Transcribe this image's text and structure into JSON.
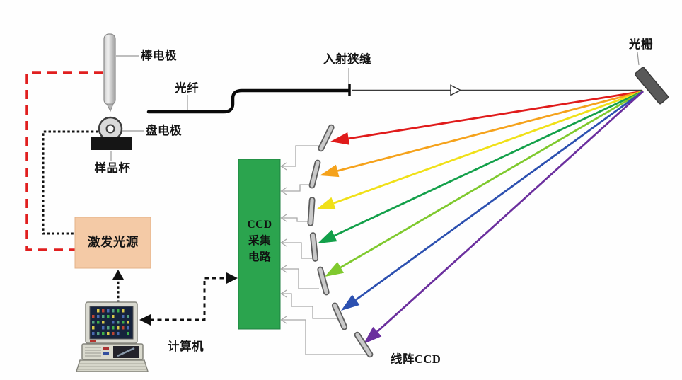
{
  "labels": {
    "rod_electrode": "棒电极",
    "fiber": "光纤",
    "entrance_slit": "入射狭缝",
    "grating": "光栅",
    "disk_electrode": "盘电极",
    "sample_cup": "样品杯",
    "excitation_source": "激发光源",
    "ccd_circuit_lines": [
      "CCD",
      "采集",
      "电路"
    ],
    "computer": "计算机",
    "linear_ccd": "线阵CCD"
  },
  "colors": {
    "excitation_box_fill": "#f4caa6",
    "excitation_box_stroke": "#e3b188",
    "ccd_box_fill": "#2ba44e",
    "ccd_box_stroke": "#1e8040",
    "hv_red": "#e01f1f",
    "signal_black": "#111111",
    "connector_gray": "#a9a9a9",
    "rays": [
      "#e01b1b",
      "#f5a21b",
      "#f0e018",
      "#13a04a",
      "#7fc92e",
      "#2c50b0",
      "#6b2f9e"
    ]
  }
}
